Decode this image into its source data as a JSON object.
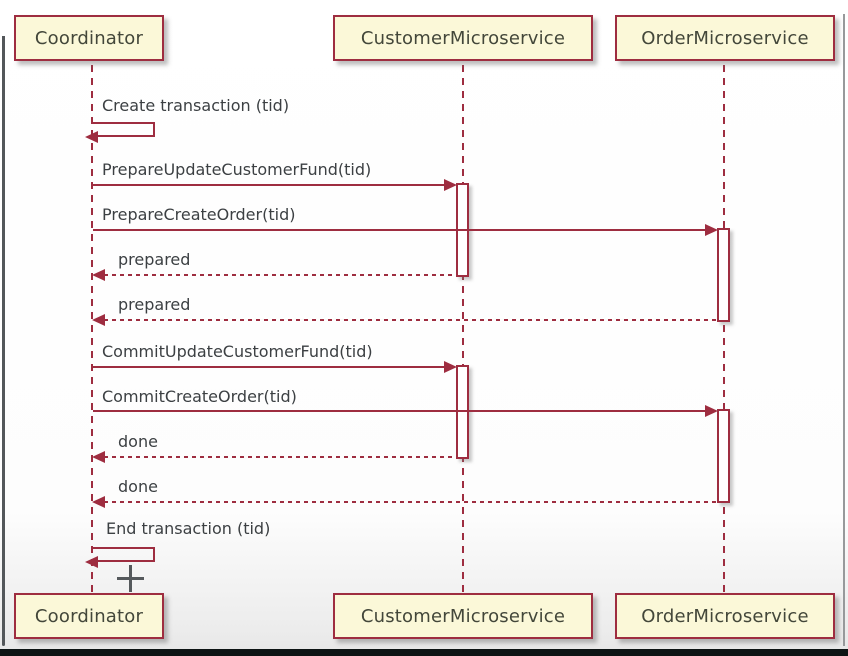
{
  "diagram": {
    "type": "uml-sequence",
    "participants": [
      {
        "id": "coordinator",
        "label": "Coordinator"
      },
      {
        "id": "customer",
        "label": "CustomerMicroservice"
      },
      {
        "id": "order",
        "label": "OrderMicroservice"
      }
    ],
    "messages": [
      {
        "label": "Create transaction (tid)",
        "from": "coordinator",
        "to": "coordinator",
        "line": "solid",
        "kind": "self"
      },
      {
        "label": "PrepareUpdateCustomerFund(tid)",
        "from": "coordinator",
        "to": "customer",
        "line": "solid",
        "kind": "call"
      },
      {
        "label": "PrepareCreateOrder(tid)",
        "from": "coordinator",
        "to": "order",
        "line": "solid",
        "kind": "call"
      },
      {
        "label": "prepared",
        "from": "customer",
        "to": "coordinator",
        "line": "dashed",
        "kind": "return"
      },
      {
        "label": "prepared",
        "from": "order",
        "to": "coordinator",
        "line": "dashed",
        "kind": "return"
      },
      {
        "label": "CommitUpdateCustomerFund(tid)",
        "from": "coordinator",
        "to": "customer",
        "line": "solid",
        "kind": "call"
      },
      {
        "label": "CommitCreateOrder(tid)",
        "from": "coordinator",
        "to": "order",
        "line": "solid",
        "kind": "call"
      },
      {
        "label": "done",
        "from": "customer",
        "to": "coordinator",
        "line": "dashed",
        "kind": "return"
      },
      {
        "label": "done",
        "from": "order",
        "to": "coordinator",
        "line": "dashed",
        "kind": "return"
      },
      {
        "label": "End transaction (tid)",
        "from": "coordinator",
        "to": "coordinator",
        "line": "solid",
        "kind": "self"
      }
    ],
    "activations": [
      {
        "participant": "customer",
        "from_message": "PrepareUpdateCustomerFund(tid)",
        "to_message": "prepared"
      },
      {
        "participant": "order",
        "from_message": "PrepareCreateOrder(tid)",
        "to_message": "prepared"
      },
      {
        "participant": "customer",
        "from_message": "CommitUpdateCustomerFund(tid)",
        "to_message": "done"
      },
      {
        "participant": "order",
        "from_message": "CommitCreateOrder(tid)",
        "to_message": "done"
      }
    ],
    "colors": {
      "accent": "#9e2d40",
      "participant_fill": "#fbf8d8",
      "participant_text": "#43473a",
      "message_text": "#3c4043",
      "activation_fill": "#ffffff",
      "frame_line_left": "#53575a",
      "frame_line_right": "#97999b",
      "bottom_bar": "#0d1414",
      "cursor": "#55595c"
    }
  },
  "cursor": {
    "icon": "plus-cursor"
  }
}
